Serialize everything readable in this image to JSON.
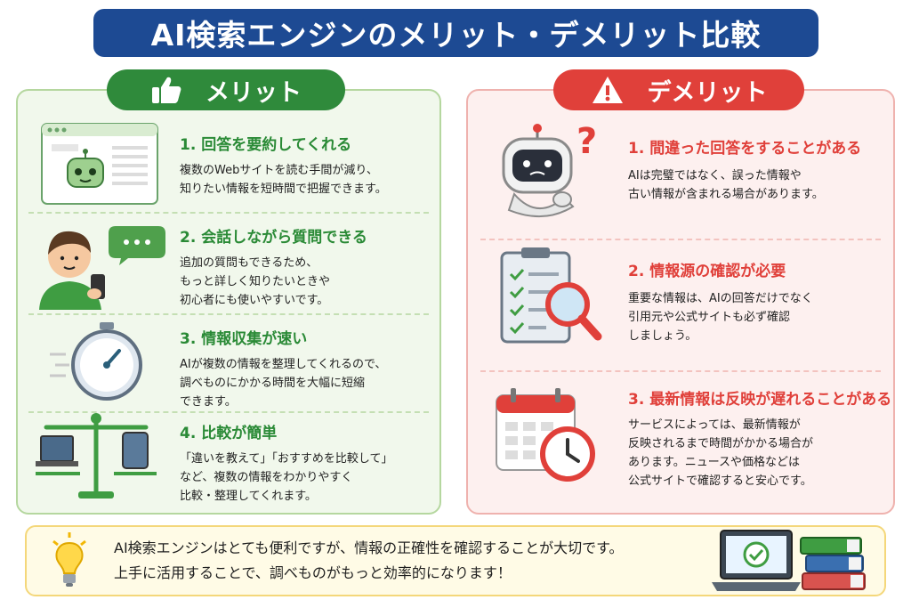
{
  "title": "AI検索エンジンのメリット・デメリット比較",
  "merit": {
    "label": "メリット",
    "items": [
      {
        "title": "1. 回答を要約してくれる",
        "lines": [
          "複数のWebサイトを読む手間が減り、",
          "知りたい情報を短時間で把握できます。"
        ]
      },
      {
        "title": "2. 会話しながら質問できる",
        "lines": [
          "追加の質問もできるため、",
          "もっと詳しく知りたいときや",
          "初心者にも使いやすいです。"
        ]
      },
      {
        "title": "3. 情報収集が速い",
        "lines": [
          "AIが複数の情報を整理してくれるので、",
          "調べものにかかる時間を大幅に短縮",
          "できます。"
        ]
      },
      {
        "title": "4. 比較が簡単",
        "lines": [
          "「違いを教えて」「おすすめを比較して」",
          "など、複数の情報をわかりやすく",
          "比較・整理してくれます。"
        ]
      }
    ]
  },
  "demerit": {
    "label": "デメリット",
    "items": [
      {
        "title": "1. 間違った回答をすることがある",
        "lines": [
          "AIは完璧ではなく、誤った情報や",
          "古い情報が含まれる場合があります。"
        ]
      },
      {
        "title": "2. 情報源の確認が必要",
        "lines": [
          "重要な情報は、AIの回答だけでなく",
          "引用元や公式サイトも必ず確認",
          "しましょう。"
        ]
      },
      {
        "title": "3. 最新情報は反映が遅れることがある",
        "lines": [
          "サービスによっては、最新情報が",
          "反映されるまで時間がかかる場合が",
          "あります。ニュースや価格などは",
          "公式サイトで確認すると安心です。"
        ]
      }
    ]
  },
  "bottom": {
    "lines": [
      "AI検索エンジンはとても便利ですが、情報の正確性を確認することが大切です。",
      "上手に活用することで、調べものがもっと効率的になります！"
    ]
  },
  "colors": {
    "title_bg": "#1d4a93",
    "merit": "#2f8a3b",
    "demerit": "#e0403a",
    "note_bg": "#fffbe6"
  }
}
